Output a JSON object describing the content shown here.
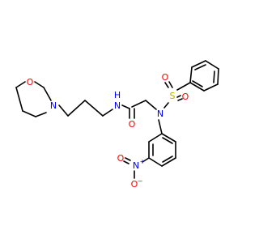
{
  "colors": {
    "bond": "#000000",
    "oxygen": "#ff0000",
    "nitrogen": "#0000ff",
    "sulfur": "#b8a800",
    "background": "#ffffff"
  },
  "atoms": {
    "morpholine_o": "O",
    "morpholine_n": "N",
    "amide_nh": "N",
    "amide_h": "H",
    "amide_o": "O",
    "sulfonamide_n": "N",
    "sulfonyl_s": "S",
    "sulfonyl_o1": "O",
    "sulfonyl_o2": "O",
    "nitro_n": "N",
    "nitro_n_charge": "+",
    "nitro_o1": "O",
    "nitro_o1_charge": "−",
    "nitro_o2": "O"
  }
}
